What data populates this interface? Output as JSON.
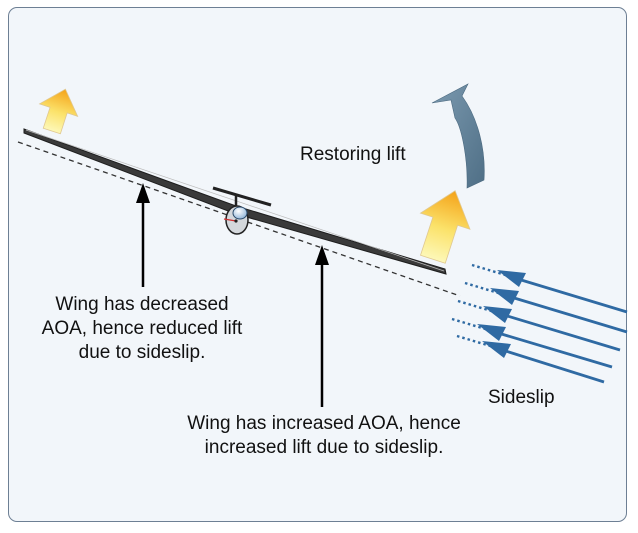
{
  "labels": {
    "restoring_lift": "Restoring lift",
    "sideslip": "Sideslip",
    "decreased_wing": "Wing has decreased\nAOA, hence reduced lift\ndue to sideslip.",
    "increased_wing": "Wing has increased AOA, hence\nincreased lift due to sideslip."
  },
  "colors": {
    "frame_border": "#6d7f94",
    "frame_fill": "#f2f6fa",
    "lift_arrow_top": "#f4a218",
    "lift_arrow_bottom": "#fdf6a8",
    "restoring_arrow": "#5f8199",
    "sideslip_arrow": "#2f6aa3",
    "wing": "#2a2a2a"
  },
  "icons": {
    "left_lift": "small-lift-arrow",
    "right_lift": "large-lift-arrow",
    "restoring": "curved-restoring-arrow",
    "sideslip": "sideslip-airflow-arrows",
    "aircraft": "glider"
  }
}
